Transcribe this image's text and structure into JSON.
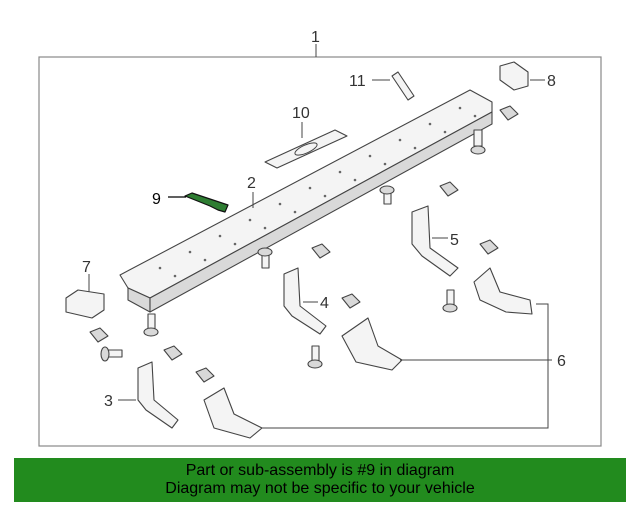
{
  "callouts": [
    "1",
    "2",
    "3",
    "4",
    "5",
    "6",
    "7",
    "8",
    "9",
    "10",
    "11"
  ],
  "highlighted_part": "9",
  "banner": {
    "line1": "Part or sub-assembly is #9 in diagram",
    "line2": "Diagram may not be specific to your vehicle",
    "background_color": "#228b1e"
  },
  "colors": {
    "highlight": "#2e7d32",
    "line": "#444444"
  }
}
